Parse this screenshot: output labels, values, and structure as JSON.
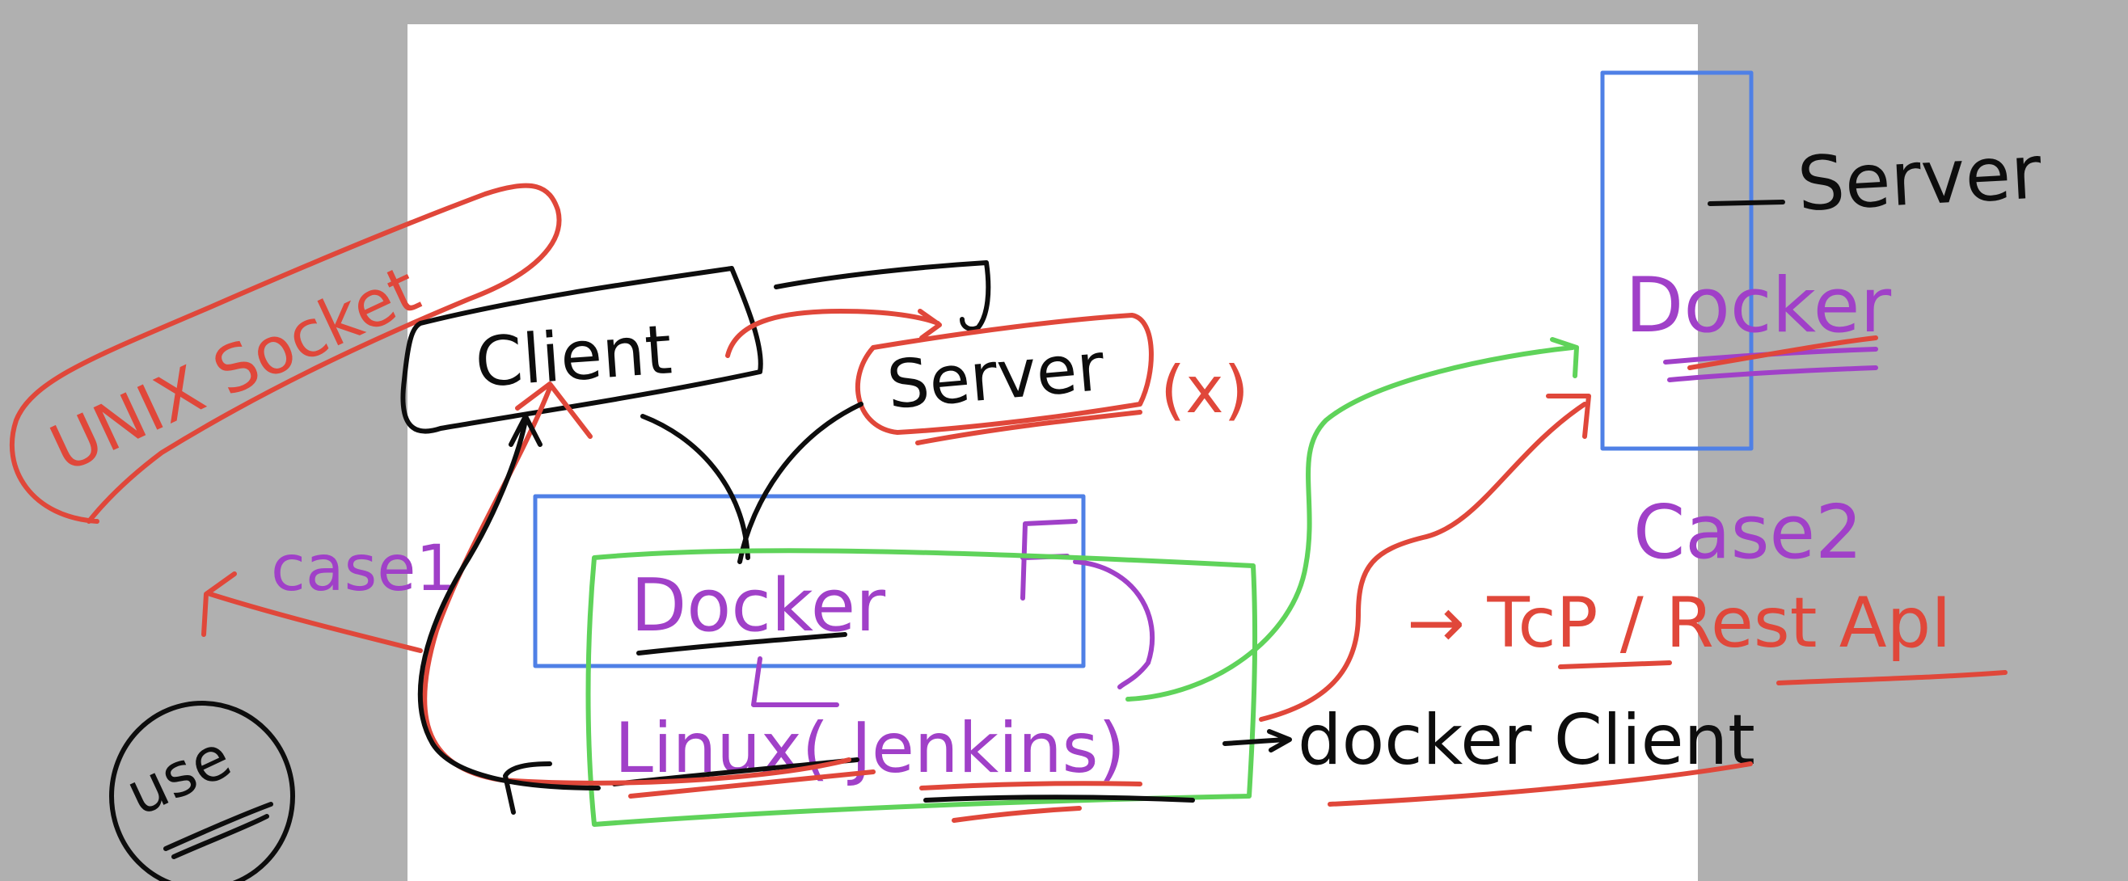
{
  "labels": {
    "client": "Client",
    "server_top": "Server",
    "x_mark": "(x)",
    "unix_socket": "UNIX Socket",
    "case1": "case1",
    "use": "use",
    "docker_inner": "Docker",
    "linux_jenkins": "Linux( Jenkins)",
    "docker_client": "docker Client",
    "server_right": "Server",
    "docker_right": "Docker",
    "case2": "Case2",
    "tcp_rest": "→ TcP / Rest ApI"
  },
  "colors": {
    "background": "#b0b0b0",
    "board": "#ffffff",
    "black_ink": "#0d0d0d",
    "red_ink": "#e0473a",
    "purple_ink": "#a040c8",
    "green_ink": "#5fd35a",
    "blue_ink": "#4f80e6"
  }
}
